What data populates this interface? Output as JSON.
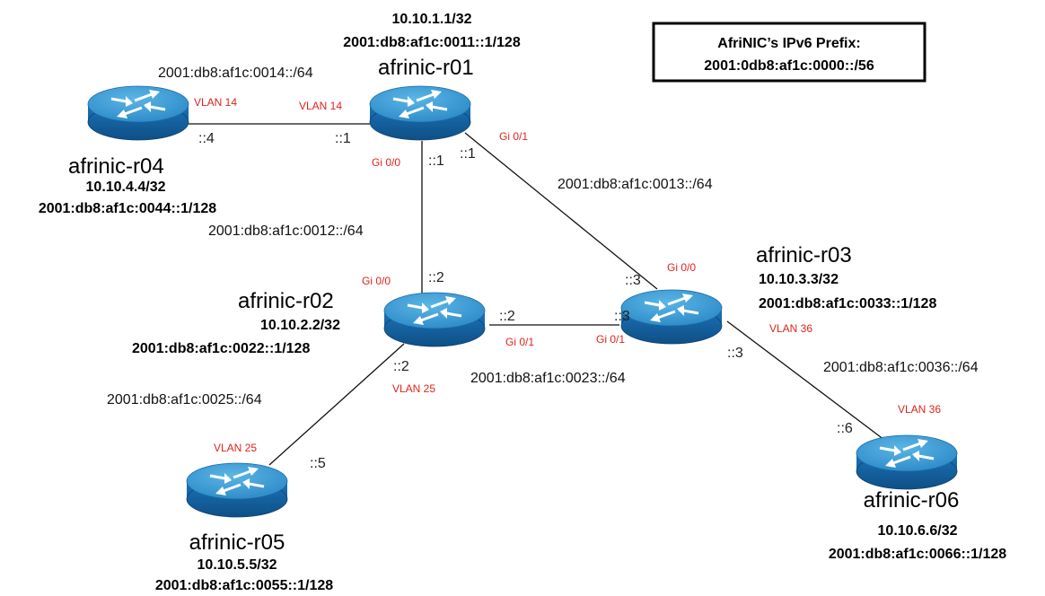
{
  "prefix_box": {
    "title": "AfriNIC’s IPv6 Prefix:",
    "prefix": "2001:0db8:af1c:0000::/56"
  },
  "routers": {
    "r01": {
      "name": "afrinic-r01",
      "ipv4": "10.10.1.1/32",
      "ipv6": "2001:db8:af1c:0011::1/128"
    },
    "r02": {
      "name": "afrinic-r02",
      "ipv4": "10.10.2.2/32",
      "ipv6": "2001:db8:af1c:0022::1/128"
    },
    "r03": {
      "name": "afrinic-r03",
      "ipv4": "10.10.3.3/32",
      "ipv6": "2001:db8:af1c:0033::1/128"
    },
    "r04": {
      "name": "afrinic-r04",
      "ipv4": "10.10.4.4/32",
      "ipv6": "2001:db8:af1c:0044::1/128"
    },
    "r05": {
      "name": "afrinic-r05",
      "ipv4": "10.10.5.5/32",
      "ipv6": "2001:db8:af1c:0055::1/128"
    },
    "r06": {
      "name": "afrinic-r06",
      "ipv4": "10.10.6.6/32",
      "ipv6": "2001:db8:af1c:0066::1/128"
    }
  },
  "links": {
    "r01_r04": {
      "prefix": "2001:db8:af1c:0014::/64",
      "r04_host": "::4",
      "r01_host": "::1",
      "r04_iface": "VLAN 14",
      "r01_iface": "VLAN 14"
    },
    "r01_r02": {
      "prefix": "2001:db8:af1c:0012::/64",
      "r01_host": "::1",
      "r02_host": "::2",
      "r01_iface": "Gi 0/0",
      "r02_iface": "Gi 0/0"
    },
    "r01_r03": {
      "prefix": "2001:db8:af1c:0013::/64",
      "r01_host": "::1",
      "r03_host": "::3",
      "r01_iface": "Gi 0/1",
      "r03_iface": "Gi 0/0"
    },
    "r02_r03": {
      "prefix": "2001:db8:af1c:0023::/64",
      "r02_host": "::2",
      "r03_host": "::3",
      "r02_iface": "Gi 0/1",
      "r03_iface": "Gi 0/1"
    },
    "r02_r05": {
      "prefix": "2001:db8:af1c:0025::/64",
      "r02_host": "::2",
      "r05_host": "::5",
      "r02_iface": "VLAN 25",
      "r05_iface": "VLAN 25"
    },
    "r03_r06": {
      "prefix": "2001:db8:af1c:0036::/64",
      "r03_host": "::3",
      "r06_host": "::6",
      "r03_iface": "VLAN 36",
      "r06_iface": "VLAN 36"
    }
  },
  "colors": {
    "router_top": "#2e8fc9",
    "router_side": "#1565a6",
    "interface_label": "#e0231b"
  },
  "icons": {
    "router": "router-icon"
  }
}
